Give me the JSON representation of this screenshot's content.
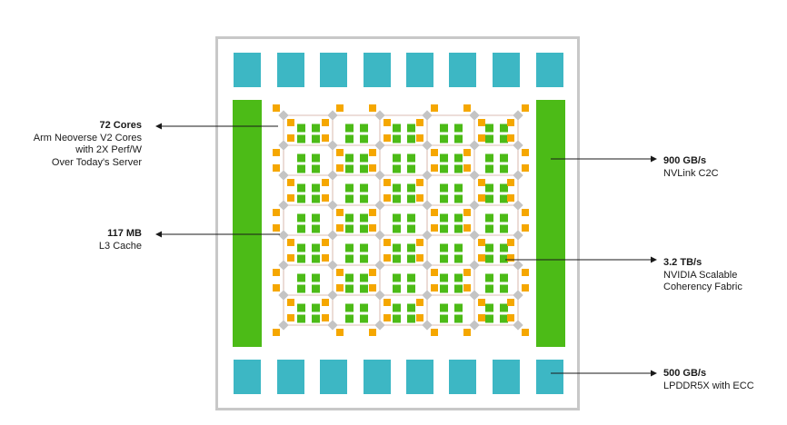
{
  "colors": {
    "frame": "#c8c8c8",
    "memory_block": "#3db7c4",
    "nvlink_bar": "#4cbb17",
    "core": "#4cbb17",
    "cache": "#f5a700",
    "mesh_node": "#c4c4c4",
    "mesh_line": "#cfa79a",
    "text": "#1a1a1a"
  },
  "annotations": {
    "cores": {
      "value": "72 Cores",
      "lines": [
        "Arm Neoverse V2 Cores",
        "with 2X Perf/W",
        "Over Today's Server"
      ]
    },
    "cache": {
      "value": "117 MB",
      "lines": [
        "L3 Cache"
      ]
    },
    "nvlink": {
      "value": "900 GB/s",
      "lines": [
        "NVLink C2C"
      ]
    },
    "fabric": {
      "value": "3.2 TB/s",
      "lines": [
        "NVIDIA Scalable",
        "Coherency Fabric"
      ]
    },
    "lpddr": {
      "value": "500 GB/s",
      "lines": [
        "LPDDR5X with ECC"
      ]
    }
  }
}
